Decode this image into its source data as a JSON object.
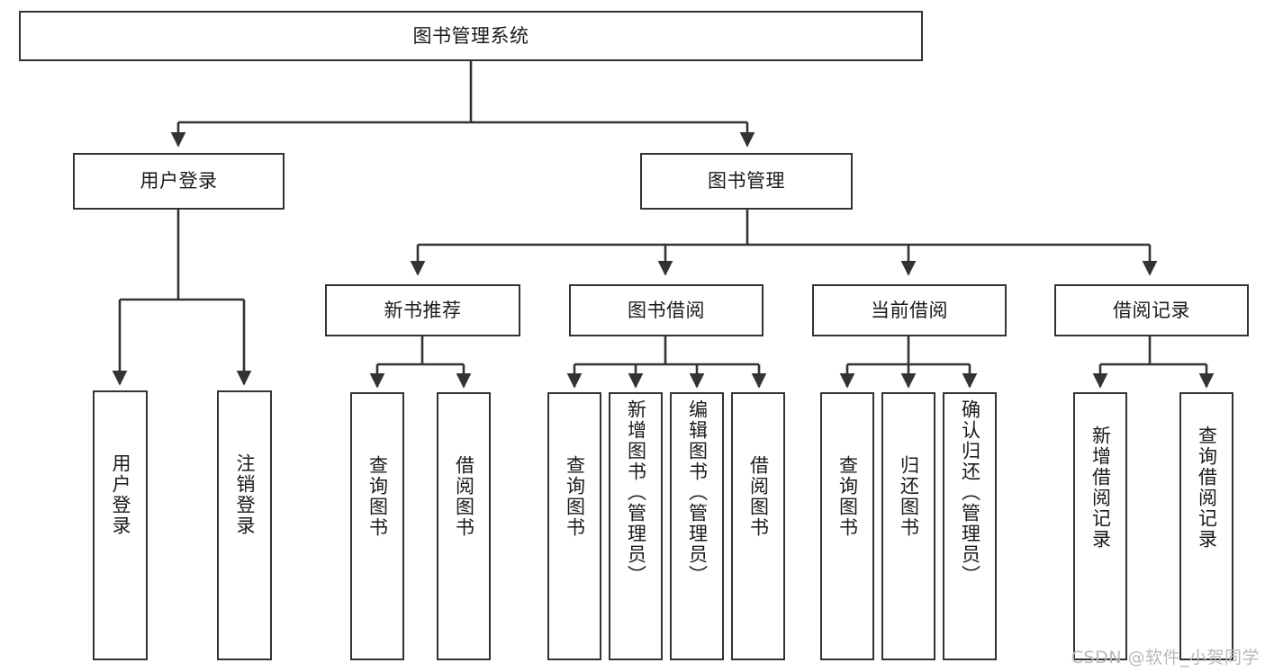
{
  "diagram": {
    "type": "hierarchy-tree",
    "title": "图书管理系统",
    "line_color": "#333333",
    "box_fill": "#ffffff",
    "text_color": "#1a1a1a",
    "nodes": {
      "root": {
        "label": "图书管理系统",
        "level": 0
      },
      "user_login": {
        "label": "用户登录",
        "level": 1
      },
      "book_manage": {
        "label": "图书管理",
        "level": 1
      },
      "new_book_rec": {
        "label": "新书推荐",
        "level": 2
      },
      "book_borrow": {
        "label": "图书借阅",
        "level": 2
      },
      "current_borrow": {
        "label": "当前借阅",
        "level": 2
      },
      "borrow_record": {
        "label": "借阅记录",
        "level": 2
      },
      "leaf_user_login": {
        "label": "用户登录",
        "level": 3,
        "orientation": "vertical"
      },
      "leaf_logout": {
        "label": "注销登录",
        "level": 3,
        "orientation": "vertical"
      },
      "leaf_query_book_1": {
        "label": "查询图书",
        "level": 3,
        "orientation": "vertical"
      },
      "leaf_borrow_book_1": {
        "label": "借阅图书",
        "level": 3,
        "orientation": "vertical"
      },
      "leaf_query_book_2": {
        "label": "查询图书",
        "level": 3,
        "orientation": "vertical"
      },
      "leaf_add_book": {
        "label": "新增图书（管理员）",
        "level": 3,
        "orientation": "vertical"
      },
      "leaf_edit_book": {
        "label": "编辑图书（管理员）",
        "level": 3,
        "orientation": "vertical"
      },
      "leaf_borrow_book_2": {
        "label": "借阅图书",
        "level": 3,
        "orientation": "vertical"
      },
      "leaf_query_book_3": {
        "label": "查询图书",
        "level": 3,
        "orientation": "vertical"
      },
      "leaf_return_book": {
        "label": "归还图书",
        "level": 3,
        "orientation": "vertical"
      },
      "leaf_confirm_return": {
        "label": "确认归还（管理员）",
        "level": 3,
        "orientation": "vertical"
      },
      "leaf_add_record": {
        "label": "新增借阅记录",
        "level": 3,
        "orientation": "vertical"
      },
      "leaf_query_record": {
        "label": "查询借阅记录",
        "level": 3,
        "orientation": "vertical"
      }
    },
    "edges": [
      {
        "from": "root",
        "to": "user_login"
      },
      {
        "from": "root",
        "to": "book_manage"
      },
      {
        "from": "book_manage",
        "to": "new_book_rec"
      },
      {
        "from": "book_manage",
        "to": "book_borrow"
      },
      {
        "from": "book_manage",
        "to": "current_borrow"
      },
      {
        "from": "book_manage",
        "to": "borrow_record"
      },
      {
        "from": "user_login",
        "to": "leaf_user_login"
      },
      {
        "from": "user_login",
        "to": "leaf_logout"
      },
      {
        "from": "new_book_rec",
        "to": "leaf_query_book_1"
      },
      {
        "from": "new_book_rec",
        "to": "leaf_borrow_book_1"
      },
      {
        "from": "book_borrow",
        "to": "leaf_query_book_2"
      },
      {
        "from": "book_borrow",
        "to": "leaf_add_book"
      },
      {
        "from": "book_borrow",
        "to": "leaf_edit_book"
      },
      {
        "from": "book_borrow",
        "to": "leaf_borrow_book_2"
      },
      {
        "from": "current_borrow",
        "to": "leaf_query_book_3"
      },
      {
        "from": "current_borrow",
        "to": "leaf_return_book"
      },
      {
        "from": "current_borrow",
        "to": "leaf_confirm_return"
      },
      {
        "from": "borrow_record",
        "to": "leaf_add_record"
      },
      {
        "from": "borrow_record",
        "to": "leaf_query_record"
      }
    ]
  },
  "watermark": {
    "text": "CSDN @软件_小贺同学"
  }
}
